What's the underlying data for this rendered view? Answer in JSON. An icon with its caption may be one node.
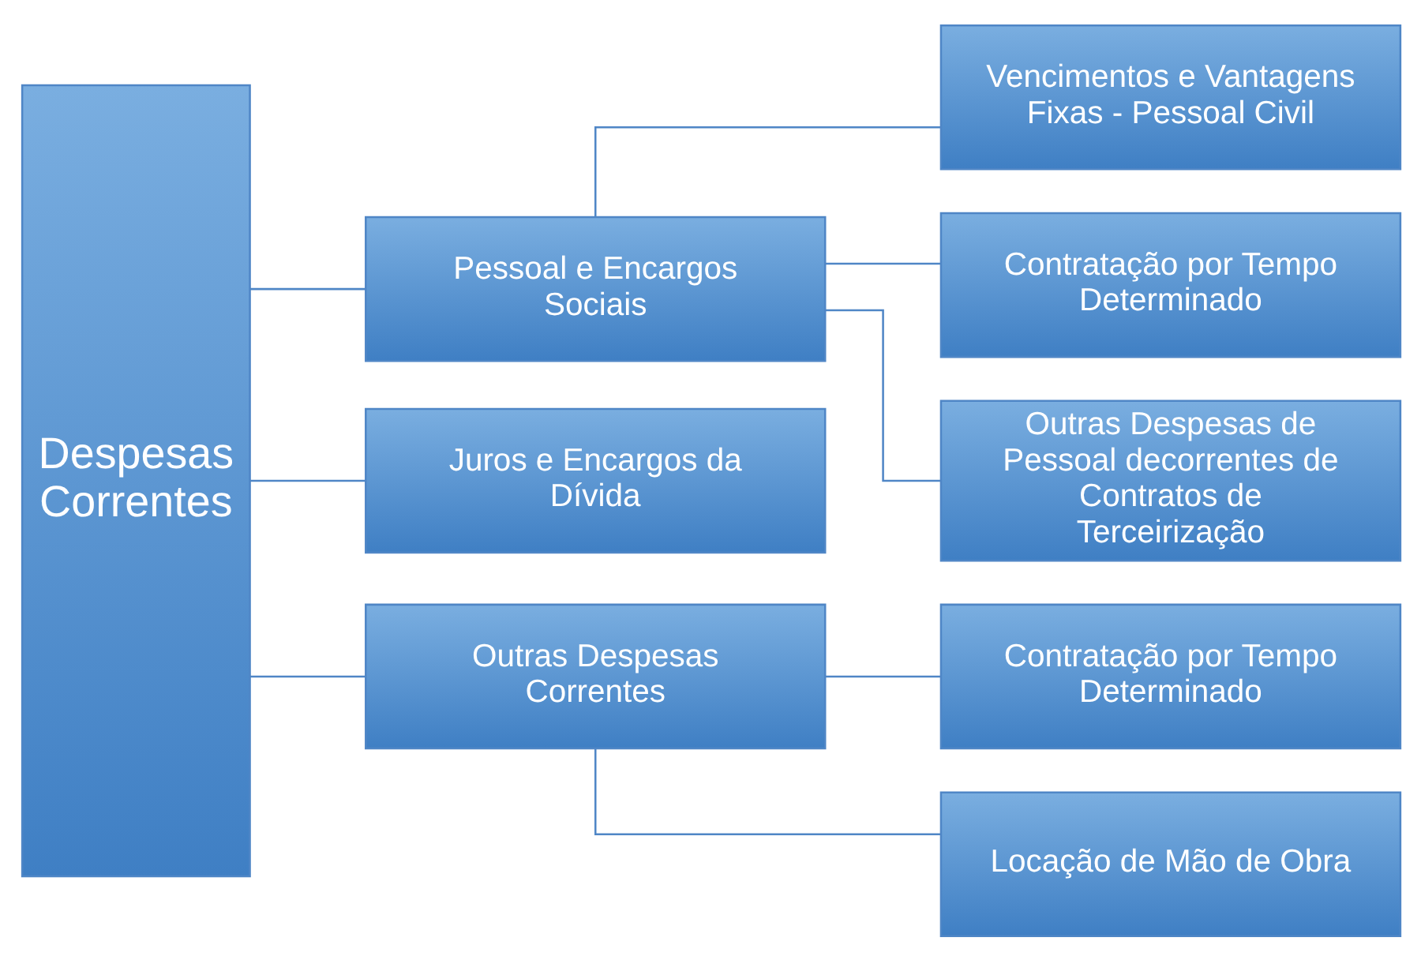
{
  "diagram": {
    "nodes": [
      {
        "text": [
          "Despesas Correntes"
        ]
      },
      {
        "text": [
          "Pessoal e Encargos Sociais"
        ]
      },
      {
        "text": [
          "Juros e Encargos da Dívida"
        ]
      },
      {
        "text": [
          "Outras Despesas Correntes"
        ]
      },
      {
        "text": [
          "Vencimentos e Vantagens Fixas - Pessoal Civil"
        ]
      },
      {
        "text": [
          "Contratação por Tempo Determinado"
        ]
      },
      {
        "text": [
          "Outras Despesas de Pessoal decorrentes de Contratos de Terceirização"
        ]
      },
      {
        "text": [
          "Contratação por Tempo Determinado"
        ]
      },
      {
        "text": [
          "Locação de Mão de Obra"
        ]
      }
    ],
    "edges": [
      {
        "from": 0,
        "to": 1,
        "arrow": "none"
      },
      {
        "from": 0,
        "to": 2,
        "arrow": "none"
      },
      {
        "from": 0,
        "to": 3,
        "arrow": "none"
      },
      {
        "from": 1,
        "to": 4,
        "arrow": "none"
      },
      {
        "from": 1,
        "to": 5,
        "arrow": "none"
      },
      {
        "from": 1,
        "to": 6,
        "arrow": "none"
      },
      {
        "from": 3,
        "to": 7,
        "arrow": "none"
      },
      {
        "from": 3,
        "to": 8,
        "arrow": "none"
      }
    ]
  }
}
